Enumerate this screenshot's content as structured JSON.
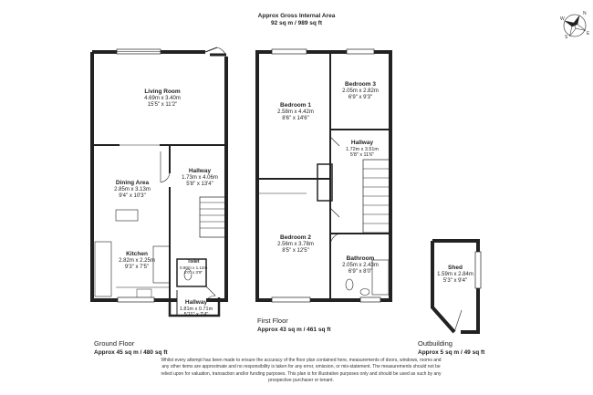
{
  "header": {
    "title": "Approx Gross Internal Area",
    "area": "92 sq m / 989 sq ft"
  },
  "compass": {
    "icon": "compass-rose-icon",
    "labels": [
      "N",
      "E",
      "S",
      "W"
    ]
  },
  "rooms": {
    "living_room": {
      "name": "Living Room",
      "metric": "4.69m x 3.40m",
      "imperial": "15'5\" x 11'2\""
    },
    "dining_area": {
      "name": "Dining Area",
      "metric": "2.85m x 3.13m",
      "imperial": "9'4\" x 10'3\""
    },
    "hallway_ground": {
      "name": "Hallway",
      "metric": "1.73m x 4.06m",
      "imperial": "5'8\" x 13'4\""
    },
    "kitchen": {
      "name": "Kitchen",
      "metric": "2.82m x 2.25m",
      "imperial": "9'3\" x 7'5\""
    },
    "toilet": {
      "name": "Toilet",
      "metric": "0.60m x 1.14m",
      "imperial": "2'0\" x 3'9\""
    },
    "hallway_entry": {
      "name": "Hallway",
      "metric": "1.81m x 0.71m",
      "imperial": "5'11\" x 2'4\""
    },
    "bedroom1": {
      "name": "Bedroom 1",
      "metric": "2.58m x 4.42m",
      "imperial": "8'6\" x 14'6\""
    },
    "bedroom3": {
      "name": "Bedroom 3",
      "metric": "2.05m x 2.82m",
      "imperial": "6'9\" x 9'3\""
    },
    "hallway_first": {
      "name": "Hallway",
      "metric": "1.72m x 3.51m",
      "imperial": "5'8\" x 11'6\""
    },
    "bedroom2": {
      "name": "Bedroom 2",
      "metric": "2.56m x 3.78m",
      "imperial": "8'5\" x 12'5\""
    },
    "bathroom": {
      "name": "Bathroom",
      "metric": "2.05m x 2.43m",
      "imperial": "6'9\" x 8'0\""
    },
    "shed": {
      "name": "Shed",
      "metric": "1.59m x 2.84m",
      "imperial": "5'3\" x 9'4\""
    }
  },
  "floors": {
    "ground": {
      "name": "Ground Floor",
      "area": "Approx 45 sq m / 480 sq ft"
    },
    "first": {
      "name": "First Floor",
      "area": "Approx 43 sq m / 461 sq ft"
    },
    "outbuilding": {
      "name": "Outbuilding",
      "area": "Approx 5 sq m / 49 sq ft"
    }
  },
  "disclaimer": {
    "line1": "Whilst every attempt has been made to ensure the accuracy of the floor plan contained here, measurements of doors, windows, rooms and",
    "line2": "any other items are approximate and no responsibility is taken for any error, omission, or mis-statement. The measurements should not be",
    "line3": "relied upon for valuation, transaction and/or funding purposes. This plan is for illustrative purposes only and should be used as such by any",
    "line4": "prospective purchaser or tenant."
  }
}
